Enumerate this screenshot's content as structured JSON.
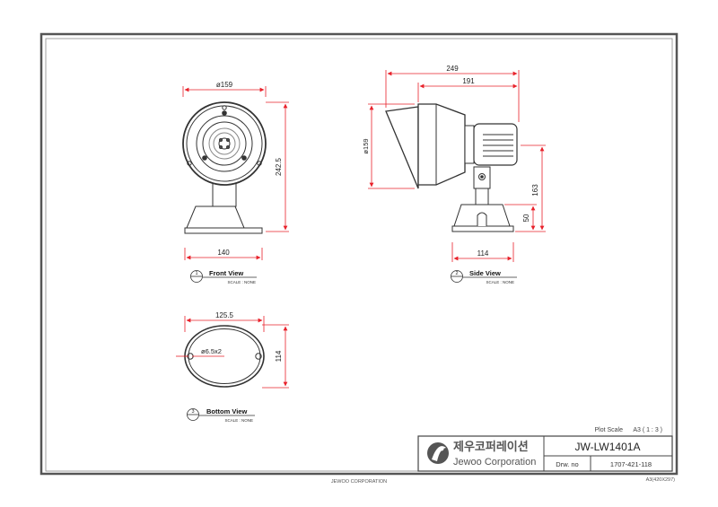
{
  "views": {
    "front": {
      "number": "1",
      "title": "Front View",
      "scale": "SCALE : NONE"
    },
    "side": {
      "number": "2",
      "title": "Side View",
      "scale": "SCALE : NONE"
    },
    "bottom": {
      "number": "3",
      "title": "Bottom View",
      "scale": "SCALE : NONE"
    }
  },
  "dimensions": {
    "front_diameter": "ø159",
    "front_height": "242.5",
    "front_base_width": "140",
    "side_overall": "249",
    "side_head": "191",
    "side_diameter": "ø159",
    "side_height": "163",
    "side_base_height": "50",
    "side_base_width": "114",
    "bottom_width": "125.5",
    "bottom_height": "114",
    "bottom_holes": "ø6.5x2"
  },
  "title_block": {
    "plot_scale_label": "Plot Scale",
    "plot_scale_value": "A3 ( 1 : 3 )",
    "company_korean": "제우코퍼레이션",
    "company_english": "Jewoo Corporation",
    "model": "JW-LW1401A",
    "drw_label": "Drw. no",
    "drw_number": "1707-421-118"
  },
  "footer": {
    "company": "JEWOO CORPORATION",
    "paper": "A3(420X297)"
  },
  "colors": {
    "dimension": "#e8212a",
    "line": "#333333"
  }
}
